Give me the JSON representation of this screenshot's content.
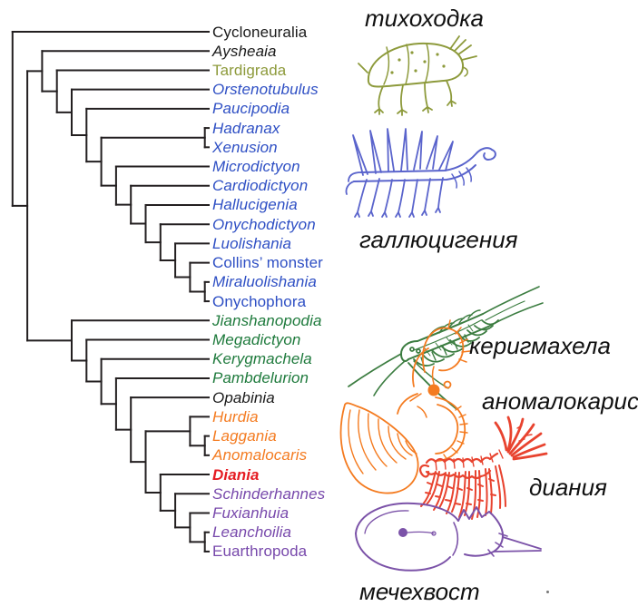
{
  "tree": {
    "line_color": "#231f20",
    "tips": [
      {
        "label": "Cycloneuralia",
        "color": "#1a1a1a",
        "italic": false,
        "bold": false
      },
      {
        "label": "Aysheaia",
        "color": "#1a1a1a",
        "italic": true,
        "bold": false
      },
      {
        "label": "Tardigrada",
        "color": "#8d9a3b",
        "italic": false,
        "bold": false
      },
      {
        "label": "Orstenotubulus",
        "color": "#2e4fc4",
        "italic": true,
        "bold": false
      },
      {
        "label": "Paucipodia",
        "color": "#2e4fc4",
        "italic": true,
        "bold": false
      },
      {
        "label": "Hadranax",
        "color": "#2e4fc4",
        "italic": true,
        "bold": false
      },
      {
        "label": "Xenusion",
        "color": "#2e4fc4",
        "italic": true,
        "bold": false
      },
      {
        "label": "Microdictyon",
        "color": "#2e4fc4",
        "italic": true,
        "bold": false
      },
      {
        "label": "Cardiodictyon",
        "color": "#2e4fc4",
        "italic": true,
        "bold": false
      },
      {
        "label": "Hallucigenia",
        "color": "#2e4fc4",
        "italic": true,
        "bold": false
      },
      {
        "label": "Onychodictyon",
        "color": "#2e4fc4",
        "italic": true,
        "bold": false
      },
      {
        "label": "Luolishania",
        "color": "#2e4fc4",
        "italic": true,
        "bold": false
      },
      {
        "label": "Collins’ monster",
        "color": "#2e4fc4",
        "italic": false,
        "bold": false
      },
      {
        "label": "Miraluolishania",
        "color": "#2e4fc4",
        "italic": true,
        "bold": false
      },
      {
        "label": "Onychophora",
        "color": "#2e4fc4",
        "italic": false,
        "bold": false
      },
      {
        "label": "Jianshanopodia",
        "color": "#1e7a3c",
        "italic": true,
        "bold": false
      },
      {
        "label": "Megadictyon",
        "color": "#1e7a3c",
        "italic": true,
        "bold": false
      },
      {
        "label": "Kerygmachela",
        "color": "#1e7a3c",
        "italic": true,
        "bold": false
      },
      {
        "label": "Pambdelurion",
        "color": "#1e7a3c",
        "italic": true,
        "bold": false
      },
      {
        "label": "Opabinia",
        "color": "#1a1a1a",
        "italic": true,
        "bold": false
      },
      {
        "label": "Hurdia",
        "color": "#f47b20",
        "italic": true,
        "bold": false
      },
      {
        "label": "Laggania",
        "color": "#f47b20",
        "italic": true,
        "bold": false
      },
      {
        "label": "Anomalocaris",
        "color": "#f47b20",
        "italic": true,
        "bold": false
      },
      {
        "label": "Diania",
        "color": "#e51b22",
        "italic": true,
        "bold": true
      },
      {
        "label": "Schinderhannes",
        "color": "#7748ab",
        "italic": true,
        "bold": false
      },
      {
        "label": "Fuxianhuia",
        "color": "#7748ab",
        "italic": true,
        "bold": false
      },
      {
        "label": "Leanchoilia",
        "color": "#7748ab",
        "italic": true,
        "bold": false
      },
      {
        "label": "Euarthropoda",
        "color": "#7748ab",
        "italic": false,
        "bold": false
      }
    ],
    "topology": [
      0,
      [
        [
          1,
          [
            2,
            [
              3,
              [
                4,
                [
                  [
                    5,
                    6
                  ],
                  [
                    7,
                    [
                      8,
                      [
                        9,
                        [
                          10,
                          [
                            11,
                            [
                              12,
                              [
                                13,
                                14
                              ]
                            ]
                          ]
                        ]
                      ]
                    ]
                  ]
                ]
              ]
            ]
          ]
        ],
        [
          15,
          [
            16,
            [
              17,
              [
                18,
                [
                  19,
                  [
                    [
                      20,
                      [
                        21,
                        22
                      ]
                    ],
                    [
                      23,
                      [
                        24,
                        [
                          25,
                          [
                            26,
                            27
                          ]
                        ]
                      ]
                    ]
                  ]
                ]
              ]
            ]
          ]
        ]
      ]
    ]
  },
  "illustrations": [
    {
      "name": "tardigrade",
      "caption": "тихоходка",
      "color": "#8d9a3b"
    },
    {
      "name": "hallucigenia",
      "caption": "галлюцигения",
      "color": "#5a64cc"
    },
    {
      "name": "kerygmachela",
      "caption": "керигмахела",
      "color": "#3c7d41"
    },
    {
      "name": "anomalocaris",
      "caption": "аномалокарис",
      "color": "#f47b20"
    },
    {
      "name": "diania",
      "caption": "диания",
      "color": "#e8432f"
    },
    {
      "name": "horseshoe-crab",
      "caption": "мечехвост",
      "color": "#7b52a8"
    }
  ]
}
